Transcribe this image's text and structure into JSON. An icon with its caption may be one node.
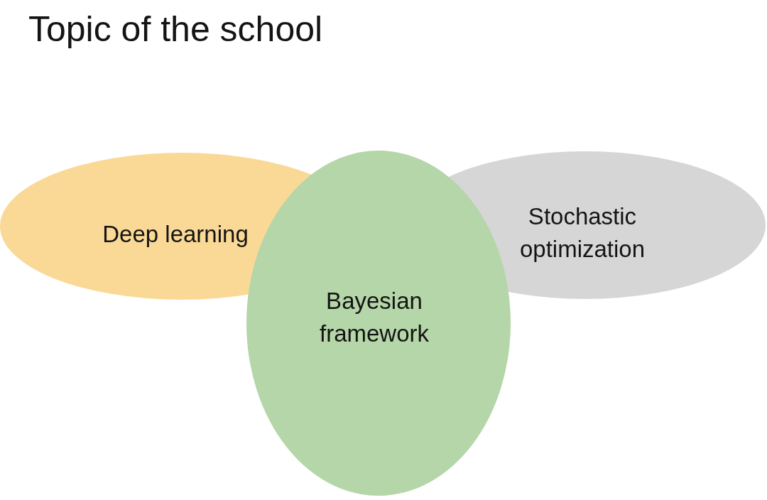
{
  "diagram": {
    "title": "Topic of the school",
    "nodes": [
      {
        "text": [
          "Deep learning"
        ]
      },
      {
        "text": [
          "Stochastic optimization"
        ]
      },
      {
        "text": [
          "Bayesian framework"
        ]
      }
    ]
  }
}
